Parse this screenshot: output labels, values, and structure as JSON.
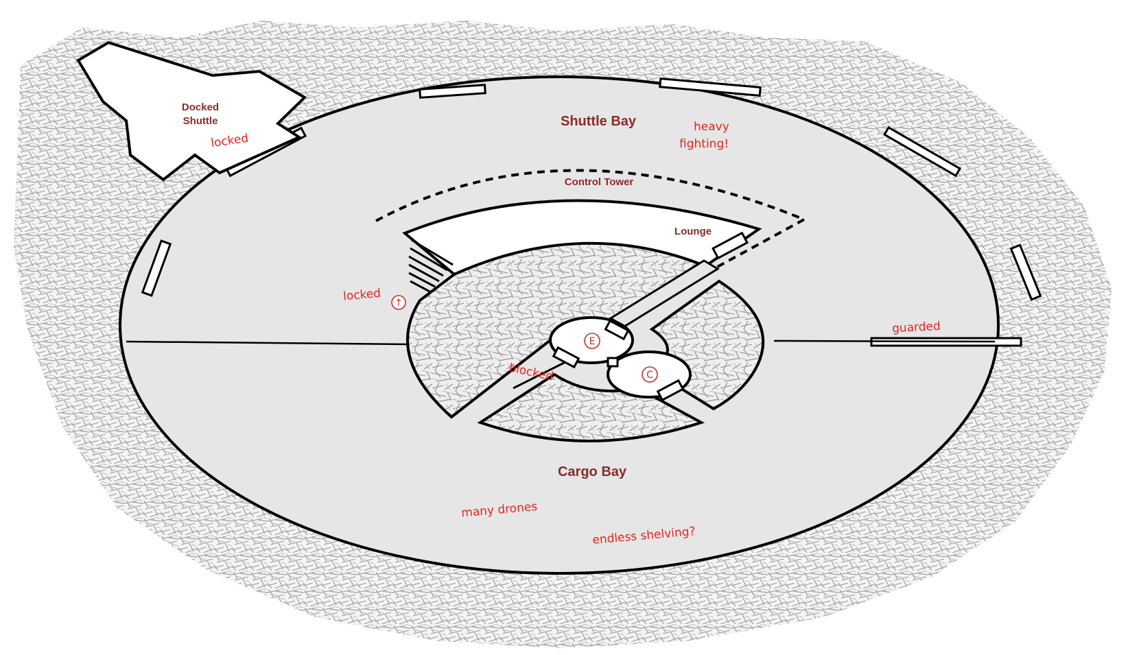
{
  "map": {
    "rooms": {
      "docked_shuttle": [
        "Docked",
        "Shuttle"
      ],
      "shuttle_bay": "Shuttle Bay",
      "control_tower": "Control Tower",
      "lounge": "Lounge",
      "cargo_bay": "Cargo Bay"
    },
    "notes": {
      "shuttle_locked": "locked",
      "heavy_fighting": [
        "heavy",
        "fighting!"
      ],
      "stairs_locked": "locked",
      "guarded": "guarded",
      "blocked": "blocked",
      "many_drones": "many drones",
      "endless_shelving": "endless shelving?"
    },
    "markers": {
      "elevator": "E",
      "c_room": "C",
      "up_arrow": "↑"
    }
  },
  "colors": {
    "floor": "#e6e6e6",
    "rock_texture": "#b5b5b5",
    "outline": "#000000",
    "room_label": "#8b2a2a",
    "note": "#e8231f"
  }
}
